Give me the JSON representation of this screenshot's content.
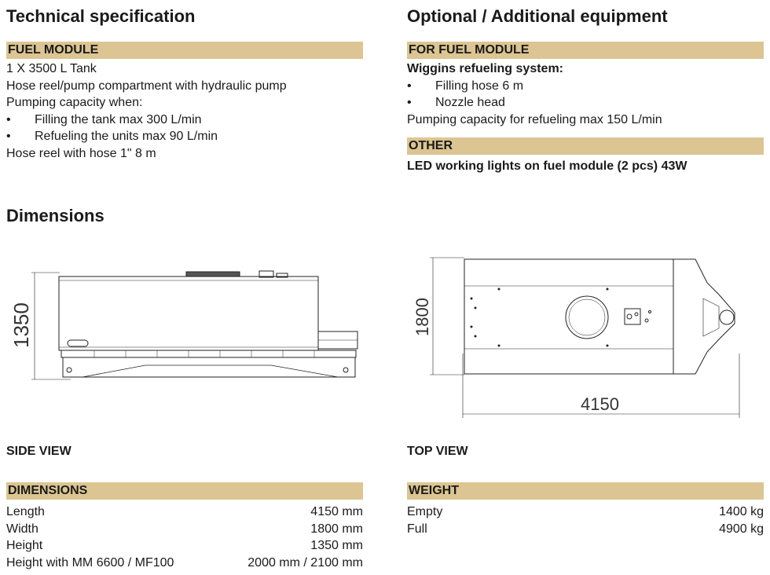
{
  "tech": {
    "title": "Technical specification",
    "fuel_header": "FUEL MODULE",
    "lines": [
      "1 X 3500 L Tank",
      "Hose reel/pump compartment with hydraulic pump",
      "Pumping capacity when:"
    ],
    "bullets": [
      "Filling the tank max 300 L/min",
      "Refueling the units max 90 L/min"
    ],
    "last": "Hose reel with hose 1\" 8 m"
  },
  "optional": {
    "title": "Optional / Additional equipment",
    "fuel_header": "FOR FUEL MODULE",
    "wiggins_title": "Wiggins refueling system:",
    "bullets": [
      "Filling hose 6 m",
      "Nozzle head"
    ],
    "pumping": "Pumping capacity for refueling max 150 L/min",
    "other_header": "OTHER",
    "led": "LED working lights on fuel module (2 pcs) 43W"
  },
  "dims": {
    "title": "Dimensions",
    "side_label": "SIDE VIEW",
    "top_label": "TOP VIEW",
    "side_height": "1350",
    "top_width": "1800",
    "top_length": "4150"
  },
  "dimensions_table": {
    "header": "DIMENSIONS",
    "rows": [
      {
        "label": "Length",
        "value": "4150 mm"
      },
      {
        "label": "Width",
        "value": "1800 mm"
      },
      {
        "label": "Height",
        "value": "1350 mm"
      },
      {
        "label": "Height with MM 6600 / MF100",
        "value": "2000 mm / 2100 mm"
      }
    ]
  },
  "weight_table": {
    "header": "WEIGHT",
    "rows": [
      {
        "label": "Empty",
        "value": "1400 kg"
      },
      {
        "label": "Full",
        "value": "4900 kg"
      }
    ]
  },
  "bullet_char": "•"
}
